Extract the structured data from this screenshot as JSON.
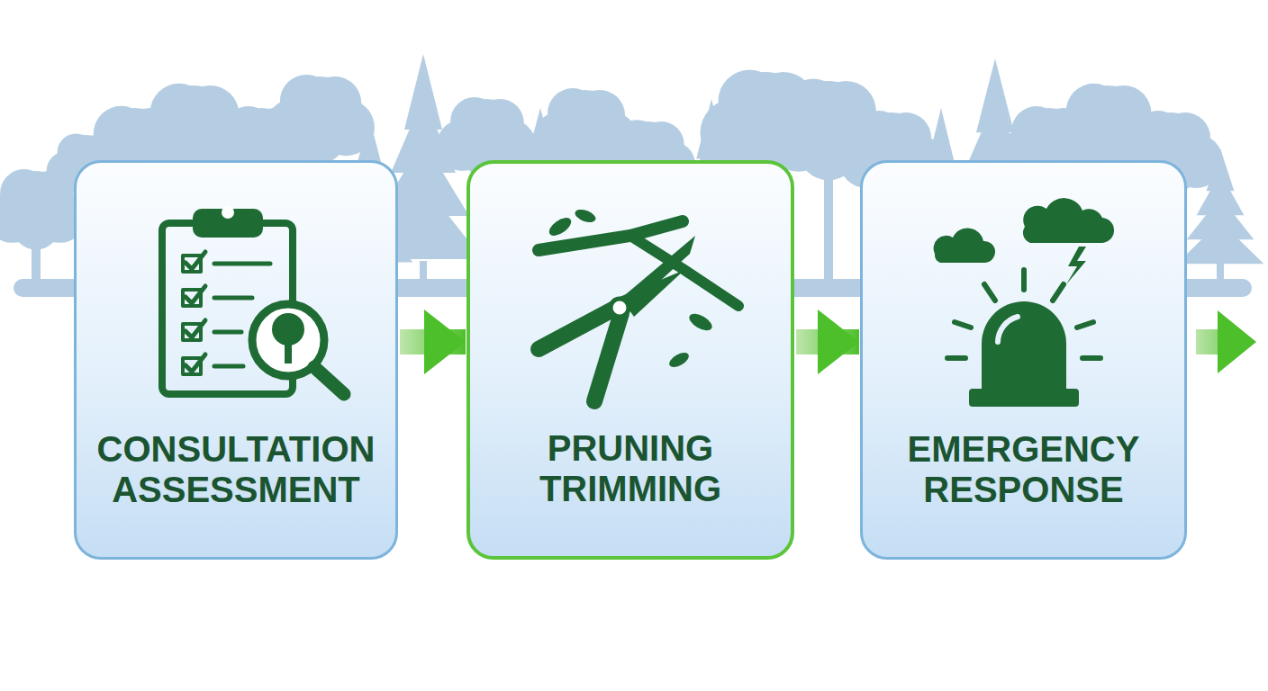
{
  "diagram": {
    "nodes": [
      {
        "text": [
          "CONSULTATION ASSESSMENT"
        ]
      },
      {
        "text": [
          "PRUNING TRIMMING"
        ]
      },
      {
        "text": [
          "EMERGENCY RESPONSE"
        ]
      }
    ],
    "edges": [
      {
        "from": 0,
        "to": 1,
        "arrow": "to"
      },
      {
        "from": 1,
        "to": 2,
        "arrow": "to"
      }
    ]
  }
}
